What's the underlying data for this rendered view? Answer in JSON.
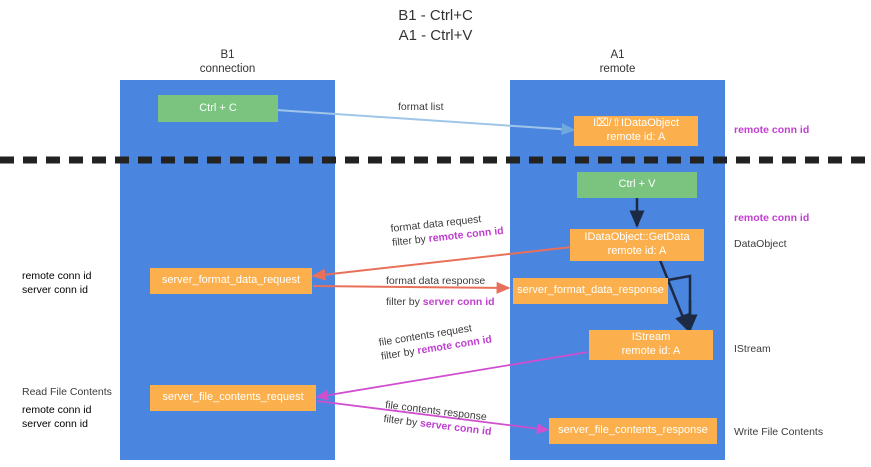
{
  "title": {
    "line1": "B1 - Ctrl+C",
    "line2": "A1 - Ctrl+V"
  },
  "lanes": [
    {
      "id": "b1",
      "name": "B1",
      "sub": "connection"
    },
    {
      "id": "a1",
      "name": "A1",
      "sub": "remote"
    }
  ],
  "nodes": {
    "ctrl_c": {
      "label": "Ctrl + C",
      "color": "#7ac47f"
    },
    "idataobject": {
      "line1": "I⌧/⇧IDataObject",
      "line2": "remote id: A",
      "color": "#fbb04d"
    },
    "ctrl_v": {
      "label": "Ctrl + V",
      "color": "#7ac47f"
    },
    "getdata": {
      "line1": "IDataObject::GetData",
      "line2": "remote id: A",
      "color": "#fbb04d"
    },
    "fmt_request": {
      "label": "server_format_data_request",
      "color": "#fbb04d"
    },
    "fmt_response": {
      "label": "server_format_data_response",
      "color": "#fbb04d"
    },
    "istream": {
      "line1": "IStream",
      "line2": "remote id: A",
      "color": "#fbb04d"
    },
    "file_request": {
      "label": "server_file_contents_request",
      "color": "#fbb04d"
    },
    "file_response": {
      "label": "server_file_contents_response",
      "color": "#fbb04d"
    }
  },
  "edges": {
    "format_list": {
      "text": "format list"
    },
    "fmt_req_top": {
      "text": "format data request"
    },
    "fmt_req_bottom": {
      "prefix": "filter by ",
      "token": "remote conn id"
    },
    "fmt_res_top": {
      "text": "format data response"
    },
    "fmt_res_bottom": {
      "prefix": "filter by ",
      "token": "server conn id"
    },
    "file_req_top": {
      "text": "file contents request"
    },
    "file_req_bottom": {
      "prefix": "filter by ",
      "token": "remote conn id"
    },
    "file_res_top": {
      "text": "file contents response"
    },
    "file_res_bottom": {
      "prefix": "filter by ",
      "token": "server conn id"
    }
  },
  "annotations": {
    "right_remote_top": "remote conn id",
    "right_remote_mid": "remote conn id",
    "right_dataobject": "DataObject",
    "right_istream": "IStream",
    "right_write": "Write File Contents",
    "left_remote_conn": "remote conn id",
    "left_server_conn": "server conn id",
    "left_read_file": "Read File Contents",
    "left_remote_conn2": "remote conn id",
    "left_server_conn2": "server conn id"
  },
  "colors": {
    "lane": "#4a86e0",
    "green_node": "#7ac47f",
    "orange_node": "#fbb04d",
    "purple": "#c03fd0",
    "green_text": "#6aa84f",
    "divider": "#222222",
    "arrow_blue": "#9fc5e8",
    "arrow_red": "#e8705a",
    "arrow_magenta": "#cf4fcf",
    "arrow_dark": "#1c2a44"
  }
}
